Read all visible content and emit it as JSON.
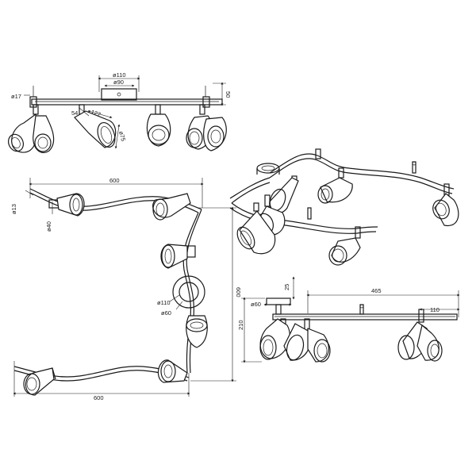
{
  "dimensions": {
    "top_diam_110": "ø110",
    "top_diam_90": "ø90",
    "top_diam_17": "ø17",
    "top_height_50": "50",
    "top_len_54": "54",
    "top_len_127": "127",
    "top_diam_75": "ø75",
    "left_width_top": "600",
    "left_width_bottom": "600",
    "left_height": "600",
    "left_diam_13": "ø13",
    "left_diam_40": "ø40",
    "left_diam_110": "ø110",
    "left_diam_60": "ø60",
    "right_height_25": "25",
    "right_diam_60": "ø60",
    "right_len_465": "465",
    "right_len_110": "110",
    "right_height_210": "210"
  }
}
